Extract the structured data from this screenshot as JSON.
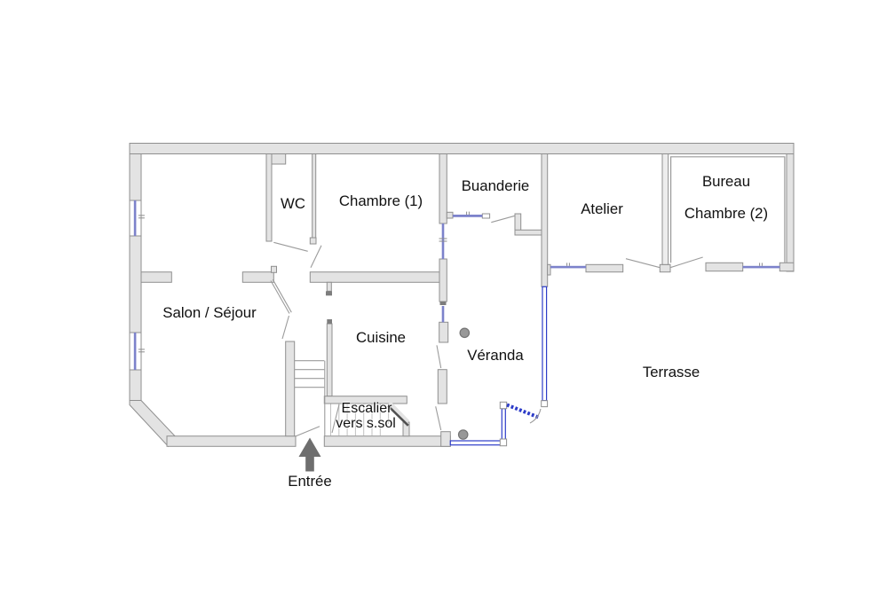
{
  "plan": {
    "rooms": [
      {
        "id": "salon",
        "label": "Salon / Séjour"
      },
      {
        "id": "wc",
        "label": "WC"
      },
      {
        "id": "chambre1",
        "label": "Chambre (1)"
      },
      {
        "id": "buanderie",
        "label": "Buanderie"
      },
      {
        "id": "atelier",
        "label": "Atelier"
      },
      {
        "id": "bureau",
        "label": "Bureau"
      },
      {
        "id": "chambre2",
        "label": "Chambre (2)"
      },
      {
        "id": "cuisine",
        "label": "Cuisine"
      },
      {
        "id": "veranda",
        "label": "Véranda"
      },
      {
        "id": "terrasse",
        "label": "Terrasse"
      }
    ],
    "stairs": {
      "line1": "Escalier",
      "line2": "vers s.sol"
    },
    "entrance": {
      "label": "Entrée"
    },
    "colors": {
      "wall_fill": "#e3e3e3",
      "wall_outline": "#8f8f8f",
      "window_blue": "#7c82cb",
      "glass_blue": "#2d3cc8",
      "text": "#111111",
      "arrow": "#6e6e6e"
    }
  }
}
